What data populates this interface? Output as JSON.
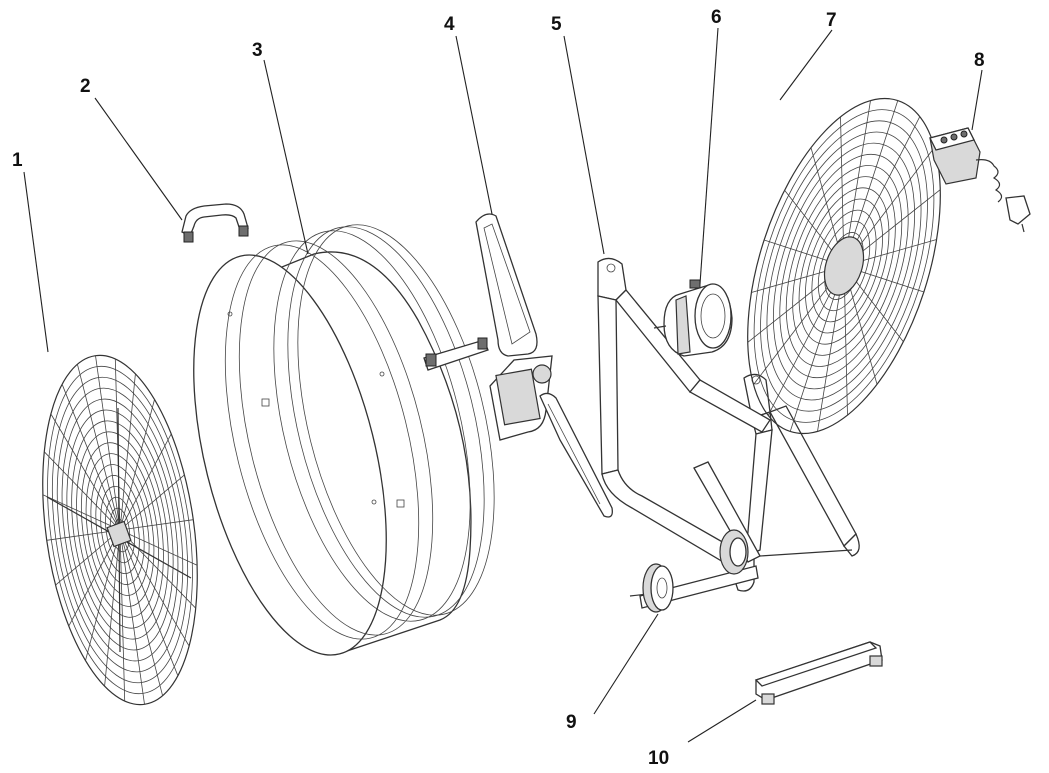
{
  "diagram": {
    "callouts": [
      {
        "id": 1,
        "label": "1"
      },
      {
        "id": 2,
        "label": "2"
      },
      {
        "id": 3,
        "label": "3"
      },
      {
        "id": 4,
        "label": "4"
      },
      {
        "id": 5,
        "label": "5"
      },
      {
        "id": 6,
        "label": "6"
      },
      {
        "id": 7,
        "label": "7"
      },
      {
        "id": 8,
        "label": "8"
      },
      {
        "id": 9,
        "label": "9"
      },
      {
        "id": 10,
        "label": "10"
      }
    ]
  }
}
